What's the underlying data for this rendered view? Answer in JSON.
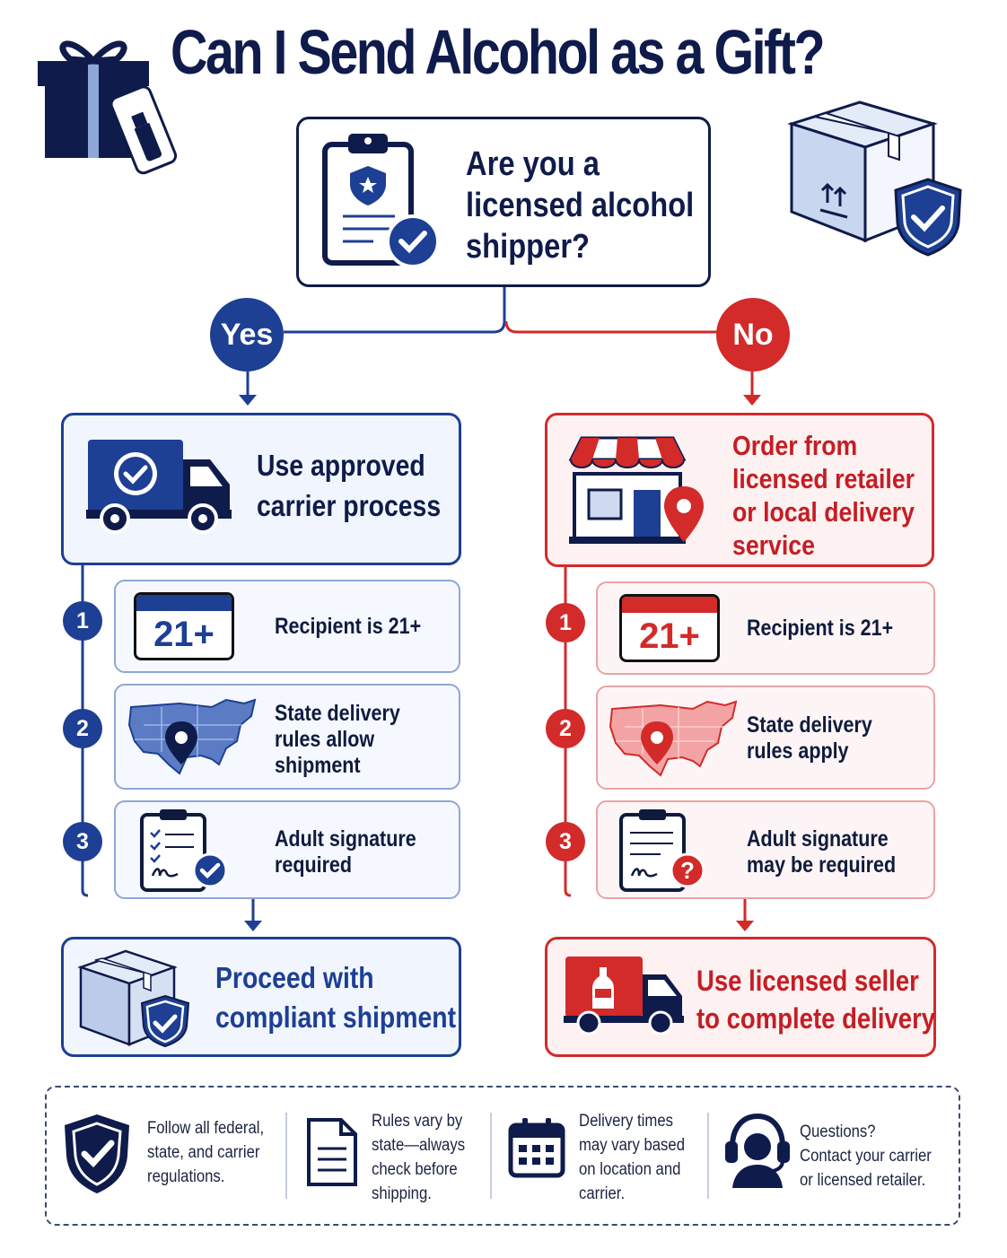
{
  "title": "Can I Send Alcohol as a Gift?",
  "question": "Are you a\nlicensed alcohol\nshipper?",
  "yes_label": "Yes",
  "no_label": "No",
  "yes_branch": {
    "header": "Use approved\ncarrier process",
    "steps": [
      {
        "num": "1",
        "badge": "21+",
        "text": "Recipient is 21+"
      },
      {
        "num": "2",
        "text": "State delivery\nrules allow\nshipment"
      },
      {
        "num": "3",
        "text": "Adult signature\nrequired"
      }
    ],
    "result": "Proceed with\ncompliant shipment"
  },
  "no_branch": {
    "header": "Order from\nlicensed retailer\nor local delivery\nservice",
    "steps": [
      {
        "num": "1",
        "badge": "21+",
        "text": "Recipient is 21+"
      },
      {
        "num": "2",
        "text": "State delivery\nrules apply"
      },
      {
        "num": "3",
        "text": "Adult signature\nmay be required"
      }
    ],
    "result": "Use licensed seller\nto complete delivery"
  },
  "footer": [
    {
      "icon": "shield-check-icon",
      "text": "Follow all federal,\nstate, and carrier\nregulations."
    },
    {
      "icon": "document-icon",
      "text": "Rules vary by\nstate—always\ncheck before\nshipping."
    },
    {
      "icon": "calendar-icon",
      "text": "Delivery times\nmay vary based\non location and\ncarrier."
    },
    {
      "icon": "headset-icon",
      "text": "Questions?\nContact your carrier\nor licensed retailer."
    }
  ],
  "colors": {
    "navy": "#0f1b4a",
    "blue": "#1d3f94",
    "red": "#d32a2a"
  }
}
